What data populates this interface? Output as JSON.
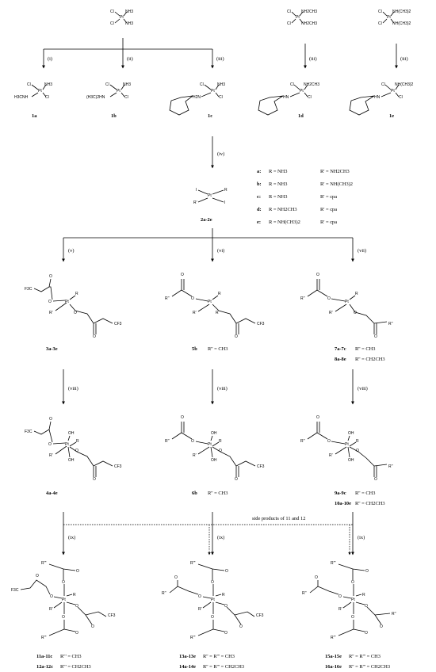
{
  "atoms": {
    "pt": "Pt",
    "cl": "Cl",
    "i": "I",
    "nh3": "NH3",
    "nh2ch3": "NH2CH3",
    "nhme2": "NH(CH3)2",
    "h3cnh": "H3CNH",
    "me2nhn": "(H3C)2HN",
    "hn": "HN",
    "h2n": "H2N",
    "hn2": "HN",
    "r": "R",
    "rp": "R'",
    "rpp": "R''",
    "rppp": "R'''",
    "oh": "OH",
    "o": "O",
    "f3c": "F3C",
    "cf3": "CF3"
  },
  "steps": [
    "(i)",
    "(ii)",
    "(iii)",
    "(iv)",
    "(v)",
    "(vi)",
    "(vii)",
    "(viii)",
    "(ix)"
  ],
  "compounds": {
    "c1a": "1a",
    "c1b": "1b",
    "c1c": "1c",
    "c1d": "1d",
    "c1e": "1e",
    "c2": "2a-2e",
    "c3": "3a-3e",
    "c5b": "5b",
    "c7": "7a-7c",
    "c8": "8a-8e",
    "c4": "4a-4e",
    "c6b": "6b",
    "c9": "9a-9c",
    "c10": "10a-10e",
    "c11": "11a-11c",
    "c12": "12a-12c",
    "c13": "13a-13e",
    "c14": "14a-14e",
    "c15": "15a-15e",
    "c16": "16a-16e"
  },
  "legend": [
    {
      "key": "a:",
      "r": "R = NH3",
      "rp": "R' = NH2CH3"
    },
    {
      "key": "b:",
      "r": "R = NH3",
      "rp": "R' = NH(CH3)2"
    },
    {
      "key": "c:",
      "r": "R = NH3",
      "rp": "R' = cpa"
    },
    {
      "key": "d:",
      "r": "R = NH2CH3",
      "rp": "R' = cpa"
    },
    {
      "key": "e:",
      "r": "R = NH(CH3)2",
      "rp": "R' = cpa"
    }
  ],
  "subs": {
    "ch3": "R'' = CH3",
    "ch2ch3": "R'' = CH2CH3",
    "rppp_ch3": "R''' = CH3",
    "rppp_ch2ch3": "R''' = CH2CH3",
    "both_ch3": "R'' = R''' = CH3",
    "both_ch2ch3": "R'' = R''' = CH2CH3"
  },
  "side_note": "side products of 11 and 12"
}
